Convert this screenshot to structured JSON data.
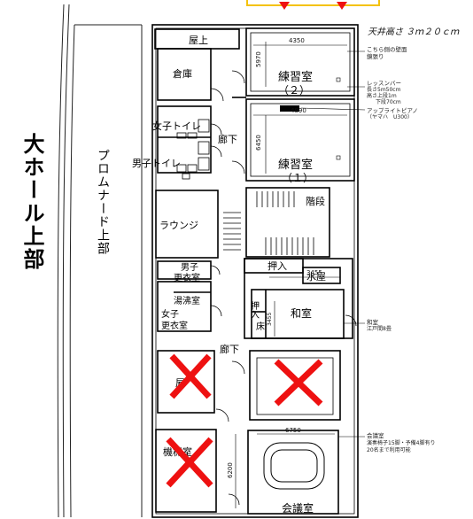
{
  "labels": {
    "rooftop": "屋上",
    "storage": "倉庫",
    "womens_toilet": "女子トイレ",
    "mens_toilet": "男子トイレ",
    "corridor_upper": "廊下",
    "practice2_line1": "練習室",
    "practice2_line2": "（２）",
    "practice1_line1": "練習室",
    "practice1_line2": "（１）",
    "stairs": "階段",
    "lounge": "ラウンジ",
    "mens_locker_line1": "男子",
    "mens_locker_line2": "更衣室",
    "water_heater_room": "湯沸室",
    "womens_locker_line1": "女子",
    "womens_locker_line2": "更衣室",
    "closet_top": "押入",
    "water_room": "水屋",
    "closet_left": "押入",
    "japanese_room": "和室",
    "tokonoma": "床",
    "corridor_lower": "廊下",
    "meeting_room": "会議室",
    "promenade": "プロムナード上部",
    "big_hall": "大ホール上部",
    "crossed_room_1": "屋",
    "crossed_room_2": "機械室"
  },
  "dimensions": {
    "practice2_width": "4350",
    "practice2_depth": "5970",
    "practice1_width": "4890",
    "practice1_depth": "6450",
    "japanese_room_width": "3455",
    "japanese_room_depth": "3455",
    "meeting_room_width": "6750",
    "meeting_room_depth": "6200"
  },
  "notes": {
    "ceiling_handwritten": "天井高さ ３ｍ２０ｃｍ",
    "wall_mirror_line1": "こちら側の壁面",
    "wall_mirror_line2": "鏡張り",
    "lesson_bar_line1": "レッスンバー",
    "lesson_bar_line2": "長さ5m50cm",
    "lesson_bar_line3": "高さ上段1m",
    "lesson_bar_line4": "下段70cm",
    "piano_line1": "アップライトピアノ",
    "piano_line2": "（ヤマハ　U300）",
    "washitsu_line1": "和室",
    "washitsu_line2": "江戸間8畳",
    "meeting_line1": "会議室",
    "meeting_line2": "演奏椅子15脚・予備4脚有り",
    "meeting_line3": "20名まで利用可能"
  },
  "colors": {
    "cross": "#ee1111",
    "highlight_box": "#f4c20d",
    "line": "#000000",
    "wall_grey": "#555555"
  },
  "icons": {
    "unavailable": "red-x-cross",
    "marker": "red-triangle-marker",
    "piano": "piano-block"
  }
}
